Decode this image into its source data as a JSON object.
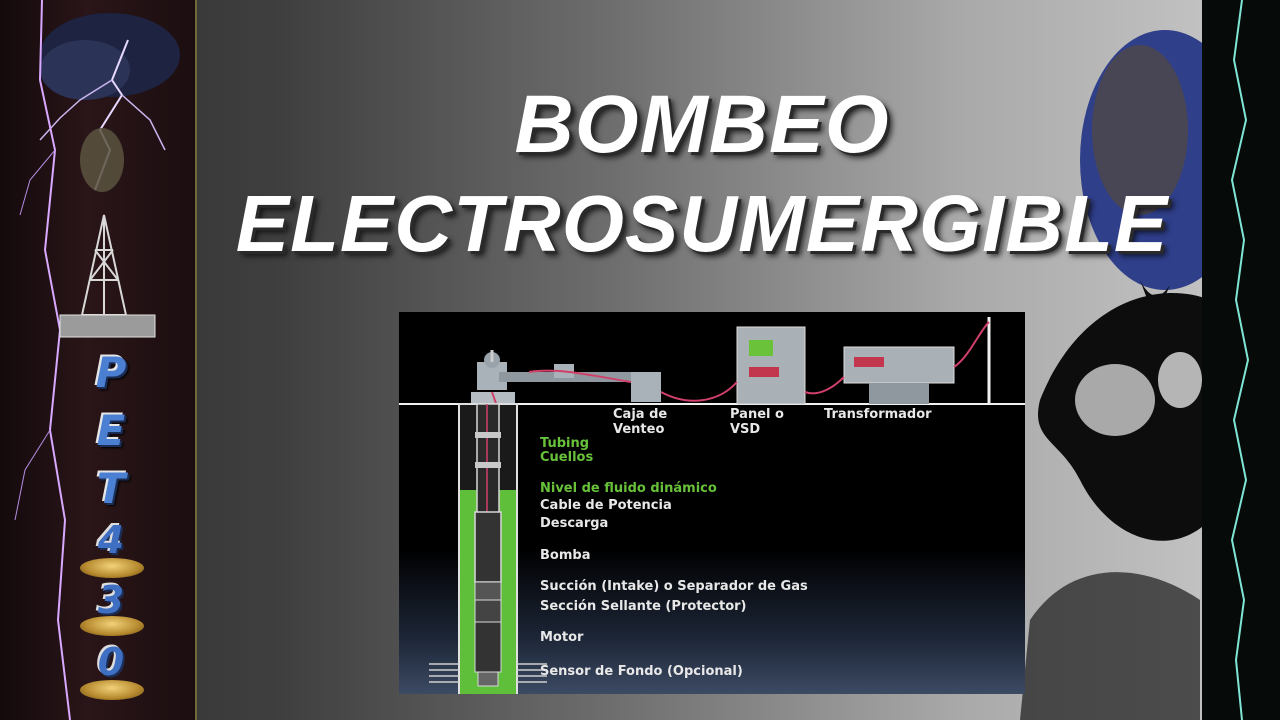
{
  "title": {
    "line1": "BOMBEO",
    "line2": "ELECTROSUMERGIBLE"
  },
  "logo": {
    "letters": [
      "P",
      "E",
      "T"
    ],
    "digits": [
      "4",
      "3",
      "0"
    ]
  },
  "diagram": {
    "surface_labels": {
      "vent_box": [
        "Caja de",
        "Venteo"
      ],
      "panel": [
        "Panel o",
        "VSD"
      ],
      "transformer": "Transformador"
    },
    "well_labels": [
      {
        "text": "Tubing",
        "color": "green"
      },
      {
        "text": "Cuellos",
        "color": "green"
      },
      {
        "text": "Nivel de fluido dinámico",
        "color": "green"
      },
      {
        "text": "Cable de Potencia",
        "color": "white"
      },
      {
        "text": "Descarga",
        "color": "white"
      },
      {
        "text": "Bomba",
        "color": "white"
      },
      {
        "text": "Succión (Intake) o Separador de Gas",
        "color": "white"
      },
      {
        "text": "Sección Sellante (Protector)",
        "color": "white"
      },
      {
        "text": "Motor",
        "color": "white"
      },
      {
        "text": "Sensor de Fondo (Opcional)",
        "color": "white"
      }
    ],
    "colors": {
      "fluid": "#5fbf3a",
      "cable": "#d0406a",
      "label_green": "#67c23a",
      "label_white": "#e8e8e8"
    }
  }
}
